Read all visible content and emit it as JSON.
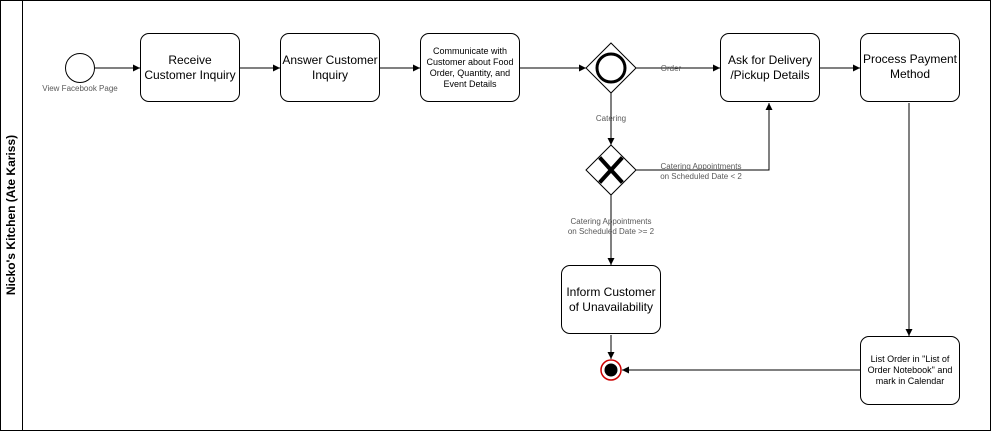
{
  "pool": {
    "lane_title": "Nicko's Kitchen (Ate Kariss)"
  },
  "start_event": {
    "label": "View Facebook Page"
  },
  "tasks": {
    "receive": "Receive\nCustomer Inquiry",
    "answer": "Answer Customer\nInquiry",
    "communicate": "Communicate with\nCustomer about Food\nOrder, Quantity, and\nEvent Details",
    "ask_delivery": "Ask for Delivery\n/Pickup Details",
    "process_payment": "Process Payment\nMethod",
    "inform": "Inform Customer\nof Unavailability",
    "list_order": "List Order in \"List of\nOrder Notebook\" and\nmark in Calendar"
  },
  "flow_labels": {
    "order": "Order",
    "catering": "Catering",
    "catering_lt2": "Catering Appointments\non Scheduled Date < 2",
    "catering_gte2": "Catering Appointments\non Scheduled Date >= 2"
  },
  "gateways": {
    "event_based": {
      "type": "event-based"
    },
    "exclusive": {
      "type": "exclusive",
      "symbol": "X"
    }
  },
  "colors": {
    "end_event": "#cc0000",
    "label_text": "#595959",
    "stroke": "#000000"
  }
}
